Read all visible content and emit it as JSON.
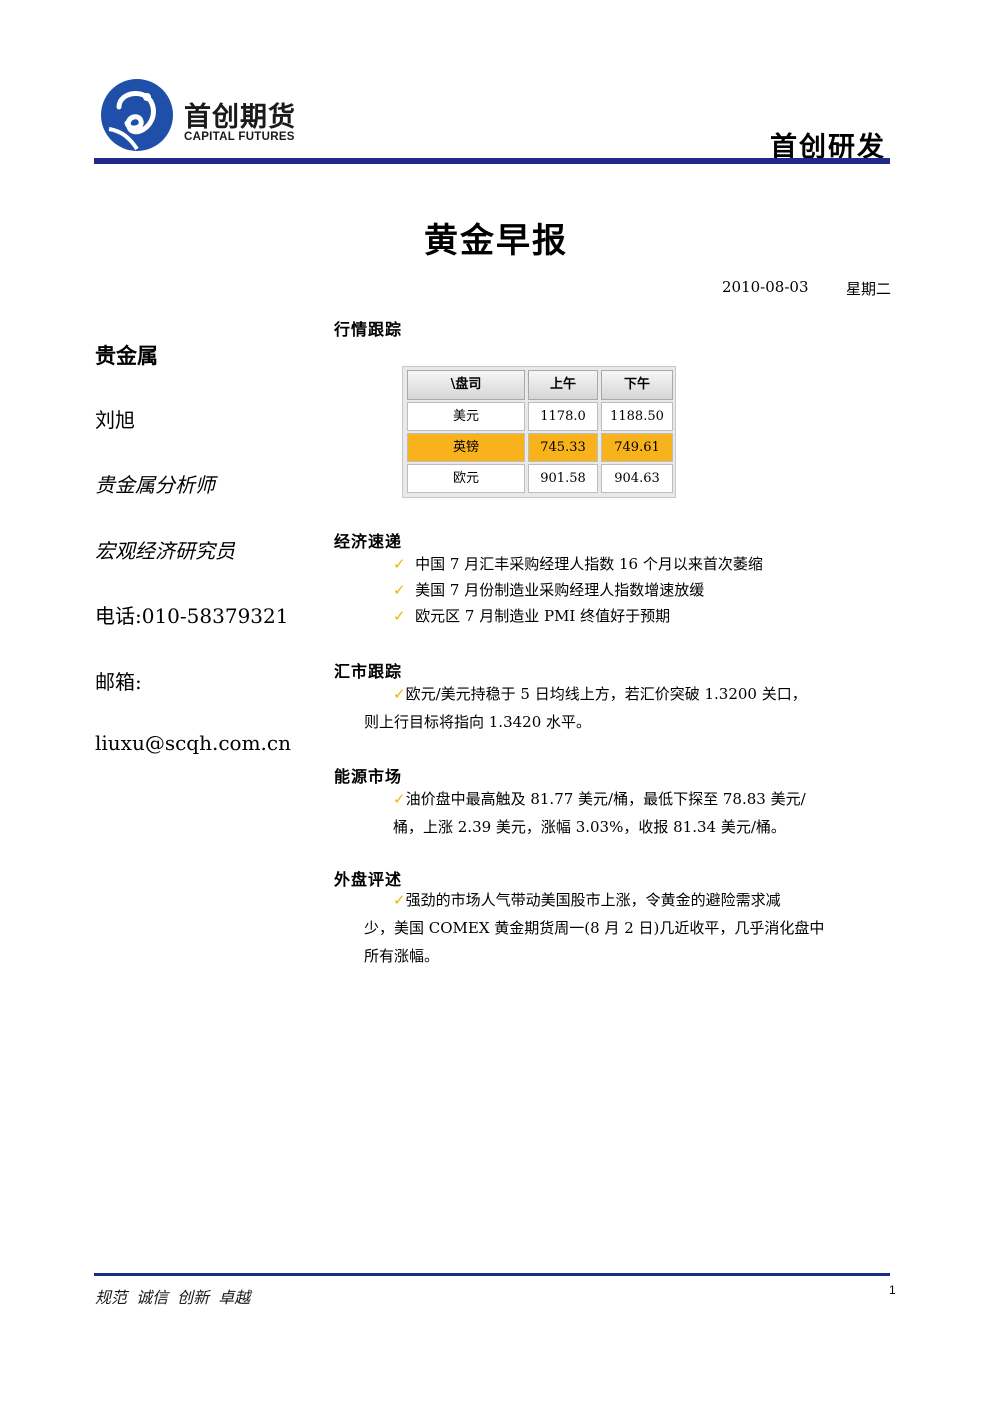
{
  "header": {
    "logo_cn": "首创期货",
    "logo_en": "CAPITAL FUTURES",
    "section_label": "首创研发"
  },
  "title": "黄金早报",
  "date": "2010-08-03",
  "weekday": "星期二",
  "sidebar": {
    "department": "贵金属",
    "author": "刘旭",
    "role1": "贵金属分析师",
    "role2": "宏观经济研究员",
    "phone": "电话:010-58379321",
    "email_label": "邮箱:",
    "email": "liuxu@scqh.com.cn"
  },
  "market": {
    "title": "行情跟踪",
    "table": {
      "headers": [
        "\\盘司",
        "上午",
        "下午"
      ],
      "rows": [
        {
          "label": "美元",
          "am": "1178.0",
          "pm": "1188.50"
        },
        {
          "label": "英镑",
          "am": "745.33",
          "pm": "749.61"
        },
        {
          "label": "欧元",
          "am": "901.58",
          "pm": "904.63"
        }
      ]
    },
    "highlight_color": "#f7b21c"
  },
  "economy": {
    "title": "经济速递",
    "items": [
      "中国 7 月汇丰采购经理人指数 16 个月以来首次萎缩",
      "美国 7 月份制造业采购经理人指数增速放缓",
      "欧元区 7 月制造业 PMI 终值好于预期"
    ]
  },
  "fx": {
    "title": "汇市跟踪",
    "lines": [
      "欧元/美元持稳于 5 日均线上方，若汇价突破 1.3200 关口，",
      "则上行目标将指向 1.3420 水平。"
    ]
  },
  "energy": {
    "title": "能源市场",
    "lines": [
      "油价盘中最高触及 81.77 美元/桶，最低下探至 78.83 美元/",
      "桶，上涨 2.39 美元，涨幅 3.03%，收报 81.34 美元/桶。"
    ]
  },
  "overseas": {
    "title": "外盘评述",
    "lines": [
      "强劲的市场人气带动美国股市上涨，令黄金的避险需求减",
      "少，美国 COMEX 黄金期货周一(8 月 2 日)几近收平，几乎消化盘中",
      "所有涨幅。"
    ]
  },
  "check_mark": "✓",
  "colors": {
    "rule": "#1f2a8a",
    "logo_blue": "#1f4fa8",
    "check": "#f0b400"
  },
  "footer": {
    "slogan": "规范 诚信 创新 卓越",
    "page": "1"
  }
}
